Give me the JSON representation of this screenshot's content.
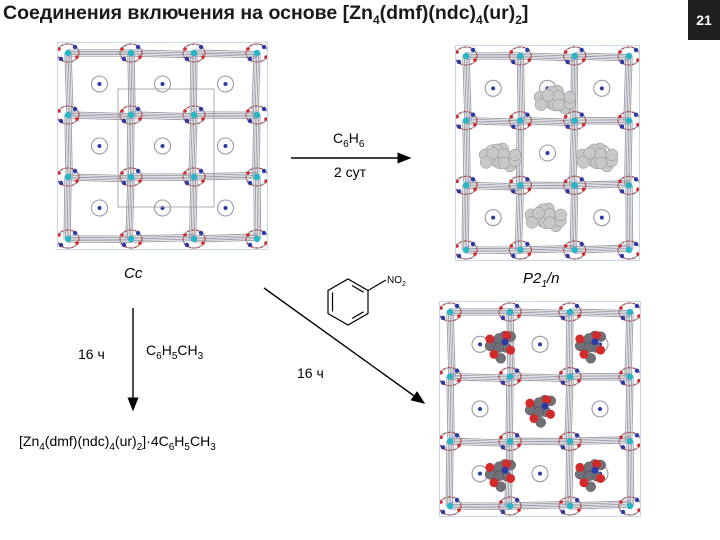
{
  "title": {
    "prefix": "Соединения включения на основе [Zn",
    "s1": "4",
    "m1": "(dmf)(ndc)",
    "s2": "4",
    "m2": "(ur)",
    "s3": "2",
    "suffix": "]"
  },
  "page_number": "21",
  "reaction_top": {
    "reagent_main": "C",
    "reagent_sub1": "6",
    "reagent_mid": "H",
    "reagent_sub2": "6",
    "time": "2 сут"
  },
  "space_groups": {
    "left": "Cc",
    "right_main": "P2",
    "right_sub": "1",
    "right_tail": "/n"
  },
  "reaction_down": {
    "time": "16 ч",
    "reagent_c": "C",
    "reagent_s1": "6",
    "reagent_h": "H",
    "reagent_s2": "5",
    "reagent_tail": "CH",
    "reagent_s3": "3"
  },
  "reaction_diag": {
    "substituent": "NO",
    "substituent_sub": "2",
    "time": "16 ч"
  },
  "product_formula": {
    "p1": "[Zn",
    "s1": "4",
    "p2": "(dmf)(ndc)",
    "s2": "4",
    "p3": "(ur)",
    "s3": "2",
    "p4": "]·4C",
    "s4": "6",
    "p5": "H",
    "s5": "5",
    "p6": "CH",
    "s6": "3"
  },
  "colors": {
    "framework": "#9a9aa6",
    "oxygen": "#d42a2a",
    "nitrogen": "#2b3aa8",
    "zinc": "#27b5c8",
    "guest_benzene": "#c8c8c8",
    "guest_nitro_carbon": "#707078"
  }
}
